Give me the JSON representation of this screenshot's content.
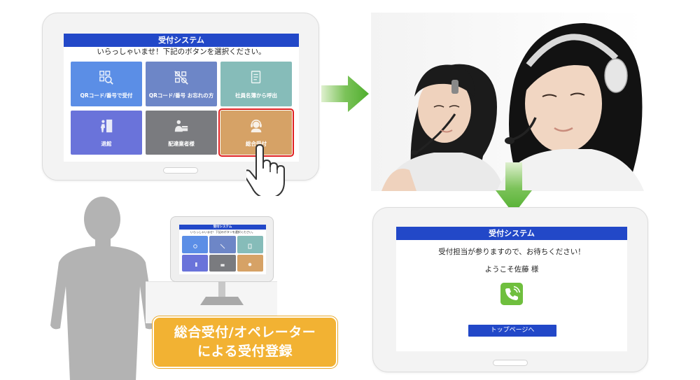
{
  "colors": {
    "title_bar": "#2248c8",
    "selection_border": "#e02020",
    "arrow_green": "#4fae2d",
    "label_orange": "#f2b233",
    "phone_green": "#6fbf3e"
  },
  "left_tablet": {
    "title": "受付システム",
    "welcome": "いらっしゃいませ！下記のボタンを選択ください。",
    "tiles": [
      {
        "label": "QRコード/番号で受付",
        "color": "#5b8ee6",
        "icon": "qr-search-icon"
      },
      {
        "label": "QRコード/番号 お忘れの方",
        "color": "#6d86c7",
        "icon": "qr-forgot-icon"
      },
      {
        "label": "社員名簿から呼出",
        "color": "#86bcb9",
        "icon": "directory-icon"
      },
      {
        "label": "退館",
        "color": "#6a73da",
        "icon": "exit-icon"
      },
      {
        "label": "配達業者様",
        "color": "#7a7b7f",
        "icon": "delivery-icon"
      },
      {
        "label": "総合受付",
        "color": "#d6a266",
        "icon": "operator-icon",
        "selected": true
      }
    ]
  },
  "kiosk": {
    "title": "受付システム",
    "welcome": "いらっしゃいませ！下記のボタンを選択ください。"
  },
  "label": {
    "line1": "総合受付/オペレーター",
    "line2": "による受付登録"
  },
  "right_tablet": {
    "title": "受付システム",
    "message": "受付担当が参りますので、お待ちください！",
    "greeting": "ようこそ佐藤 様",
    "phone_icon": "phone-call-icon",
    "top_button": "トップページへ"
  }
}
